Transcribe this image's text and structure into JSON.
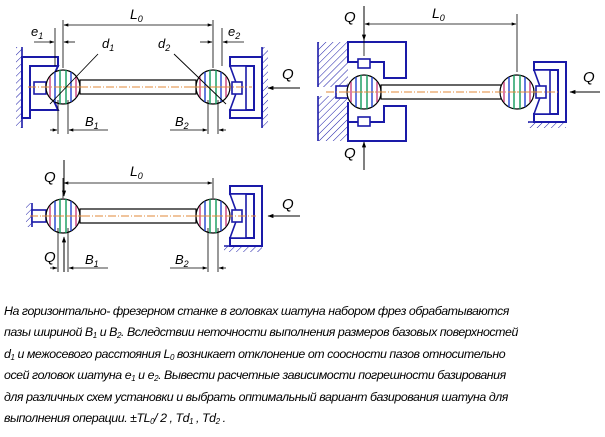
{
  "labels": {
    "L0": "L",
    "L0_sub": "0",
    "e1": "e",
    "e1_sub": "1",
    "e2": "e",
    "e2_sub": "2",
    "d1": "d",
    "d1_sub": "1",
    "d2": "d",
    "d2_sub": "2",
    "B1": "B",
    "B1_sub": "1",
    "B2": "B",
    "B2_sub": "2",
    "Q": "Q"
  },
  "caption": {
    "line1": "На горизонтально- фрезерном станке в головках шатуна набором фрез обрабатываются",
    "line2_a": "пазы шириной B",
    "line2_s1": "1",
    "line2_b": " и B",
    "line2_s2": "2",
    "line2_c": ". Вследствии неточности выполнения размеров базовых поверхностей",
    "line3_a": "d",
    "line3_s1": "1",
    "line3_b": " и межосевого расстояния L",
    "line3_s2": "0",
    "line3_c": " возникает отклонение от соосности пазов относительно",
    "line4_a": "осей головок шатуна e",
    "line4_s1": "1",
    "line4_b": " и e",
    "line4_s2": "2",
    "line4_c": ". Вывести расчетные зависимости погрешности базирования",
    "line5": "для различных схем установки и выбрать оптимальный вариант базирования шатуна для",
    "line6_a": "выполнения операции. ±TL",
    "line6_s1": "0",
    "line6_b": "/ 2 , Td",
    "line6_s2": "1",
    "line6_c": " , Td",
    "line6_s3": "2",
    "line6_d": " ."
  },
  "colors": {
    "fixture": "#1a1aa8",
    "centerline": "#e08a3a",
    "slot_blue": "#2040d0",
    "slot_green": "#0f9a5a",
    "slot_magenta": "#c0206a",
    "hatch": "#1a1aa8"
  }
}
